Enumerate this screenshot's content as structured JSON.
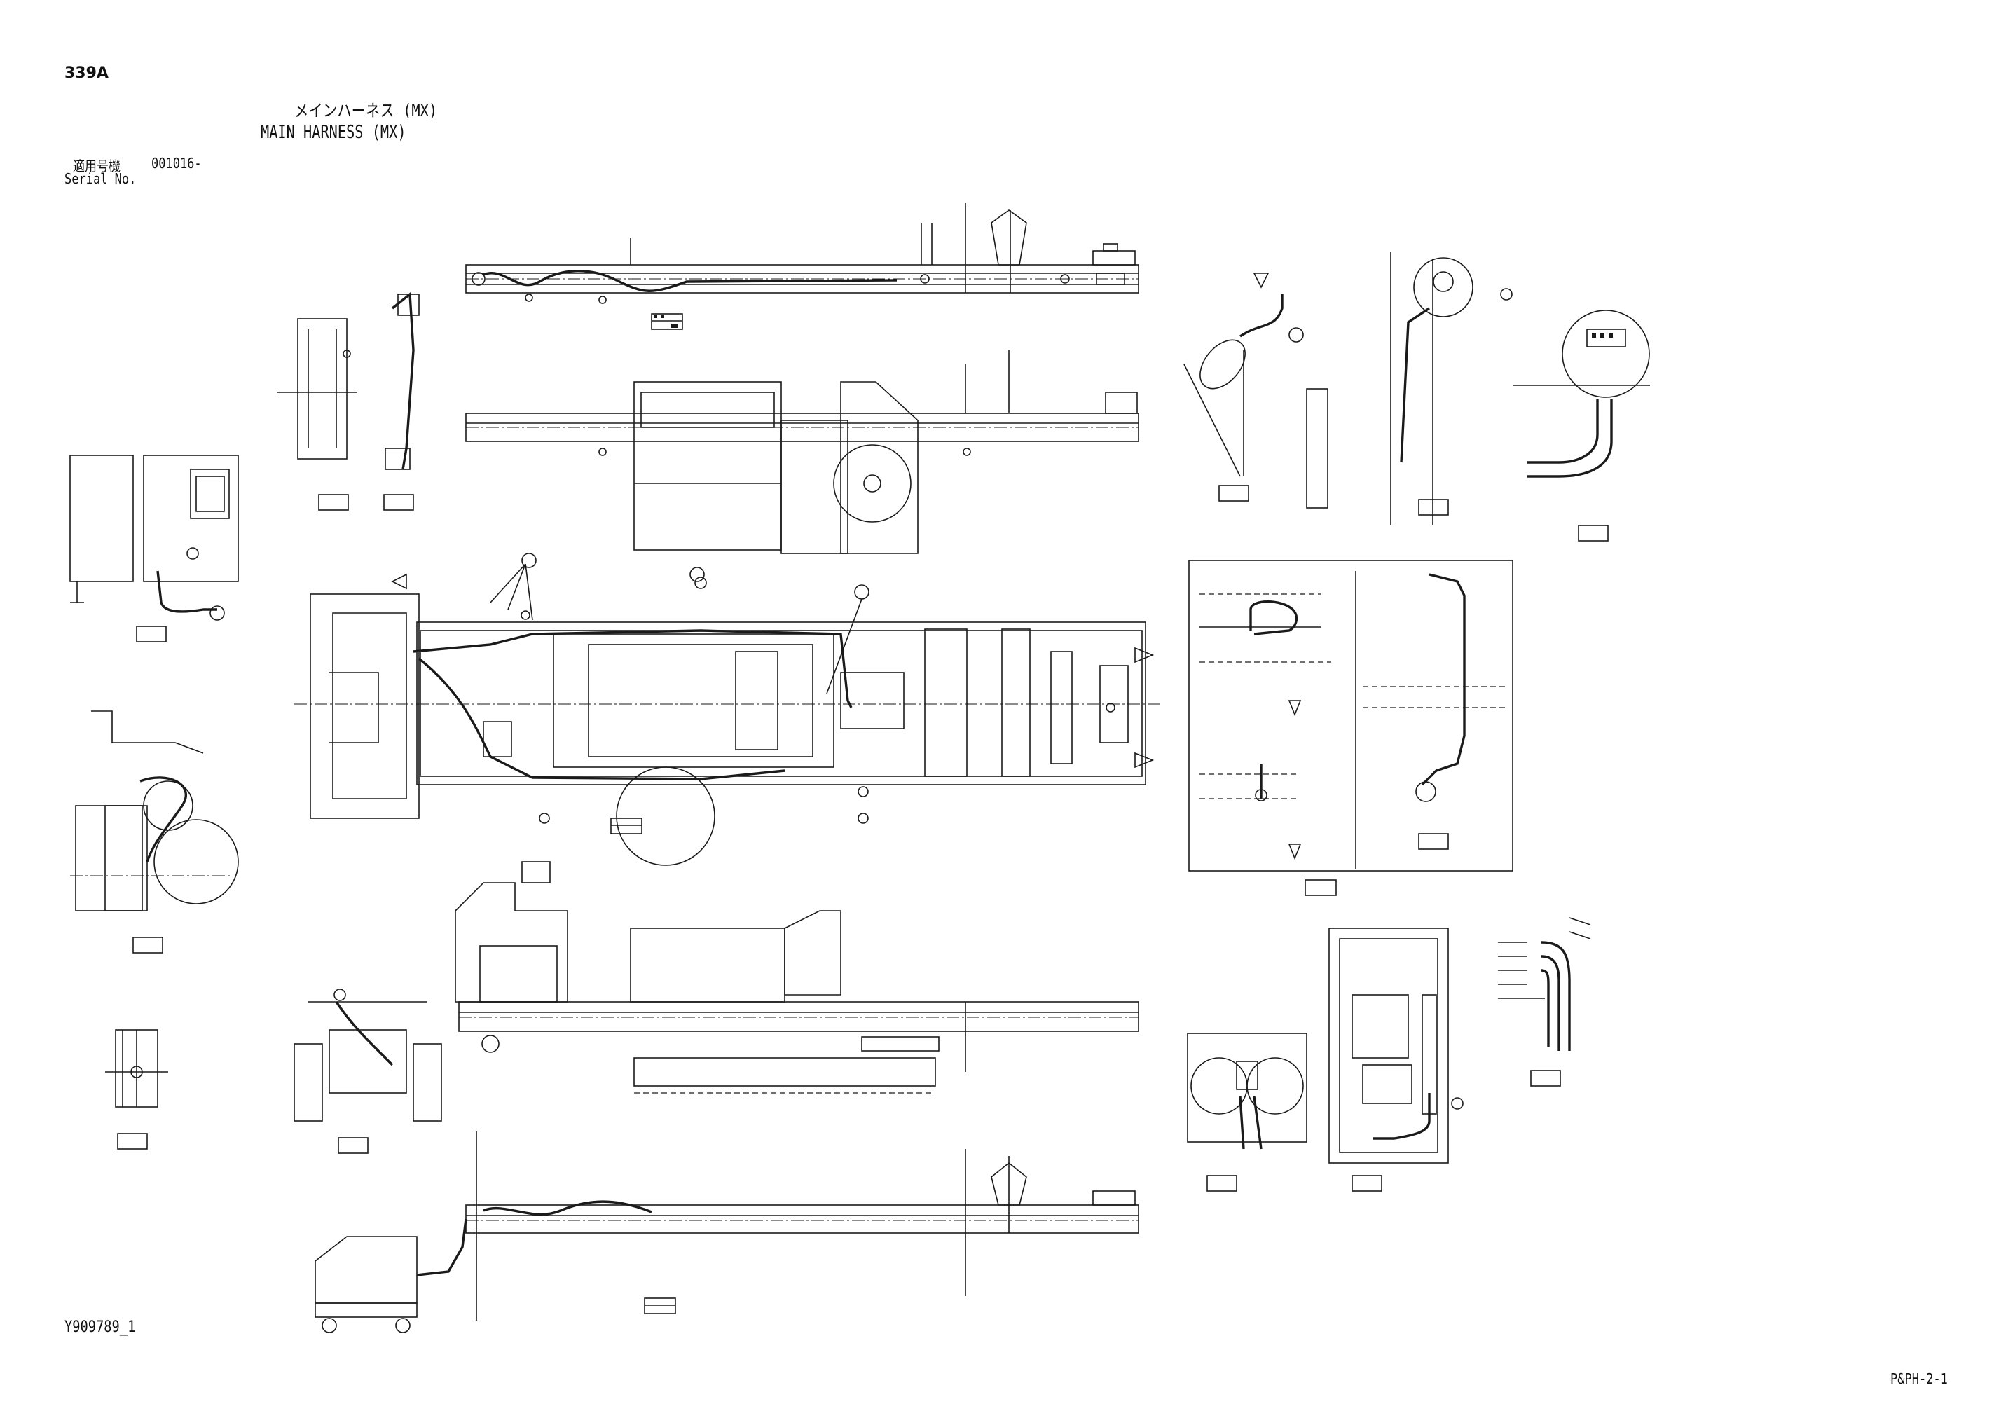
{
  "header": {
    "page_number": "339A",
    "title_jp": "メインハーネス (MX)",
    "title_en": "MAIN HARNESS (MX)",
    "serial_label_jp": "適用号機",
    "serial_value": "001016-",
    "serial_label_en": "Serial No."
  },
  "footer": {
    "drawing_number": "Y909789_1",
    "page_reference": "P&PH-2-1"
  }
}
